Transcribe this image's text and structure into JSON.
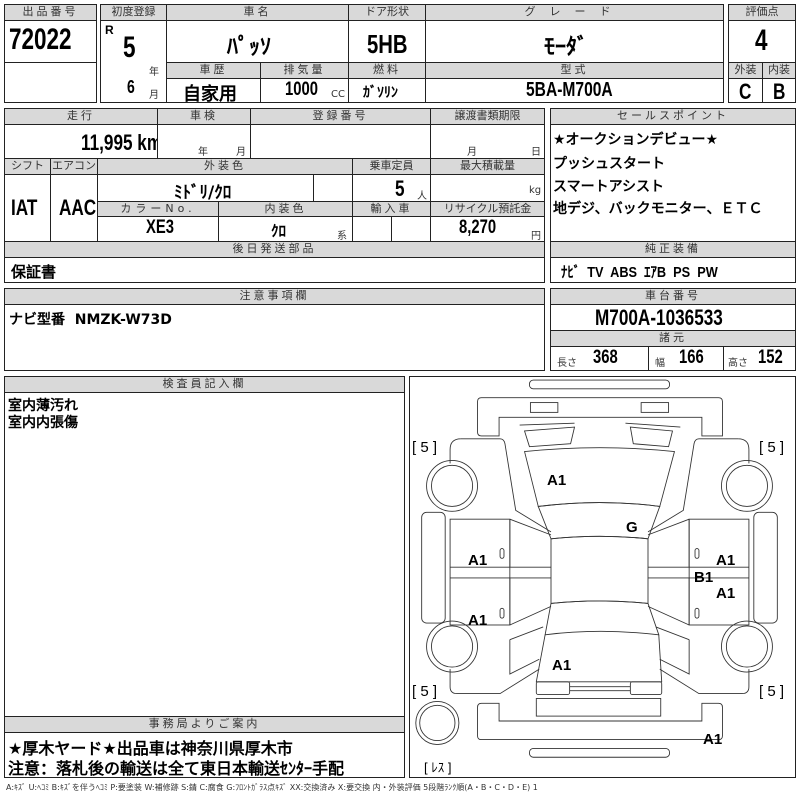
{
  "lot": {
    "label": "出品番号",
    "value": "72022"
  },
  "first_reg": {
    "label": "初度登録",
    "era": "R",
    "year": "5",
    "year_unit": "年",
    "month": "6",
    "month_unit": "月"
  },
  "car_name": {
    "label": "車名",
    "value": "ﾊﾟｯｿ"
  },
  "history": {
    "label": "車歴",
    "value": "自家用"
  },
  "displacement": {
    "label": "排気量",
    "value": "1000",
    "unit": "CC"
  },
  "door": {
    "label": "ドア形状",
    "value": "5HB"
  },
  "fuel": {
    "label": "燃料",
    "value": "ｶﾞｿﾘﾝ"
  },
  "grade": {
    "label": "グレード",
    "value": "ﾓｰﾀﾞ"
  },
  "model_code": {
    "label": "型式",
    "value": "5BA-M700A"
  },
  "score": {
    "label": "評価点",
    "value": "4",
    "exterior_label": "外装",
    "interior_label": "内装",
    "exterior": "C",
    "interior": "B"
  },
  "mileage": {
    "label": "走行",
    "value": "11,995 km"
  },
  "inspection": {
    "label": "車検",
    "year_unit": "年",
    "month_unit": "月"
  },
  "registration": {
    "label": "登録番号"
  },
  "transfer": {
    "label": "譲渡書類期限",
    "month_unit": "月",
    "day_unit": "日"
  },
  "shift": {
    "label": "シフト",
    "value": "IAT"
  },
  "aircon": {
    "label": "エアコン",
    "value": "AAC"
  },
  "ext_color": {
    "label": "外装色",
    "value": "ﾐﾄﾞﾘ/ｸﾛ"
  },
  "capacity": {
    "label": "乗車定員",
    "value": "5",
    "unit": "人"
  },
  "max_load": {
    "label": "最大積載量",
    "unit": "kg"
  },
  "color_no": {
    "label": "カラーNo.",
    "value": "XE3"
  },
  "int_color": {
    "label": "内装色",
    "value": "ｸﾛ",
    "unit": "系"
  },
  "import": {
    "label": "輸入車"
  },
  "recycle": {
    "label": "リサイクル預託金",
    "value": "8,270",
    "unit": "円"
  },
  "later_parts": {
    "label": "後日発送部品",
    "value": "保証書"
  },
  "sales_points": {
    "label": "セールスポイント",
    "lines": [
      "★オークションデビュー★",
      "プッシュスタート",
      "スマートアシスト",
      "地デジ、バックモニター、ＥＴＣ"
    ]
  },
  "equipment": {
    "label": "純正装備",
    "value": "ﾅﾋﾞ  TV  ABS  ｴｱB  PS  PW"
  },
  "notes": {
    "label": "注意事項欄",
    "value": "ナビ型番  NMZK-W73D"
  },
  "chassis": {
    "label": "車台番号",
    "value": "M700A-1036533"
  },
  "specs": {
    "label": "諸元",
    "length_label": "長さ",
    "length": "368",
    "width_label": "幅",
    "width": "166",
    "height_label": "高さ",
    "height": "152"
  },
  "inspector": {
    "label": "検査員記入欄",
    "lines": [
      "室内薄汚れ",
      "室内内張傷"
    ]
  },
  "office": {
    "label": "事務局よりご案内",
    "lines": [
      "★厚木ヤード★出品車は神奈川県厚木市",
      "注意：落札後の輸送は全て東日本輸送ｾﾝﾀｰ手配"
    ]
  },
  "diagram": {
    "tire_fl": "[ 5 ]",
    "tire_fr": "[ 5 ]",
    "tire_rl": "[ 5 ]",
    "tire_rr": "[ 5 ]",
    "spare": "[ ﾚｽ ]",
    "marks": {
      "hood": "A1",
      "windshield": "G",
      "left_front_door": "A1",
      "left_rear_door": "A1",
      "right_front_door": "A1",
      "right_sill": "B1",
      "right_rear_door": "A1",
      "trunk": "A1",
      "rear_bumper": "A1"
    }
  },
  "legend": "A:ｷｽﾞ  U:ﾍｺﾐ  B:ｷｽﾞを伴うﾍｺﾐ  P:要塗装  W:補修跡  S:錆  C:腐食  G:ﾌﾛﾝﾄｶﾞﾗｽ点ｷｽﾞ  XX:交換済み  X:要交換   内・外装評価  5段階ﾗﾝｸ順(A・B・C・D・E) 1"
}
